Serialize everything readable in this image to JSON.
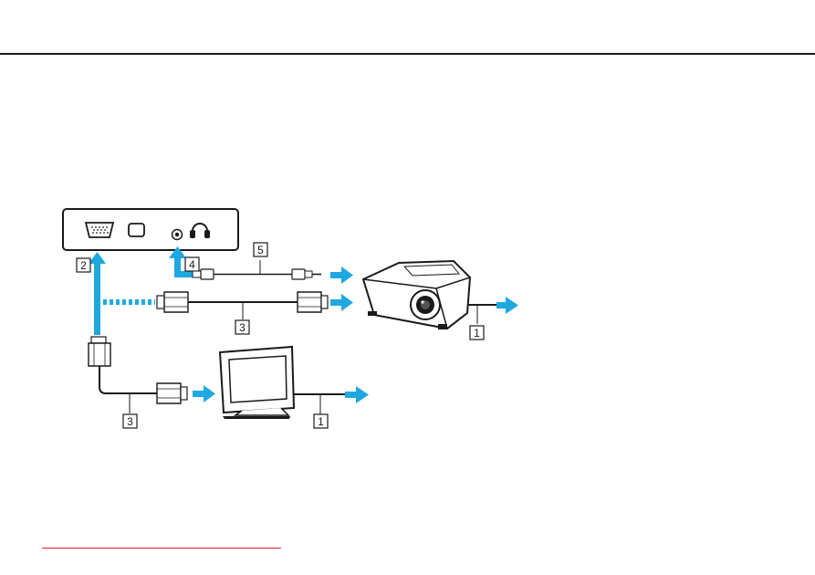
{
  "callouts": {
    "power_cord_projector": "1",
    "vga_port": "2",
    "display_cable_projector": "3",
    "headphones_port": "4",
    "audio_cable": "5",
    "display_cable_monitor": "3",
    "power_cord_monitor": "1"
  },
  "colors": {
    "arrow": "#1fa8e0",
    "outline": "#1a1a1a",
    "rule": "#1a1a1a",
    "link_line": "#e02020"
  },
  "icons": [
    "vga-port-icon",
    "hdmi-port-icon",
    "microphone-jack-icon",
    "headphones-icon",
    "projector-icon",
    "monitor-icon"
  ]
}
